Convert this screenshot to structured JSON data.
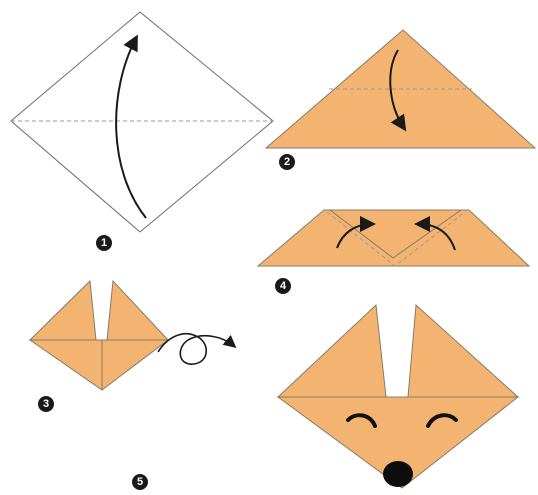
{
  "steps": [
    {
      "number": "1",
      "label": "❶"
    },
    {
      "number": "2",
      "label": "❷"
    },
    {
      "number": "3",
      "label": "❸"
    },
    {
      "number": "4",
      "label": "❹"
    },
    {
      "number": "5",
      "label": "❺"
    }
  ],
  "colors": {
    "paper_fill": "#F2B470",
    "paper_blank": "#FFFFFF",
    "outline": "#6b6b6b",
    "fold_line": "#9a9a9a",
    "arrow": "#1a1a1a",
    "nose": "#0d0d0d",
    "badge": "#1a1a1a"
  },
  "icons": {
    "fold_arrow": "curved-arrow-icon",
    "turn_over": "loop-arrow-icon",
    "eye": "eye-arc-icon",
    "nose": "nose-dot-icon"
  }
}
